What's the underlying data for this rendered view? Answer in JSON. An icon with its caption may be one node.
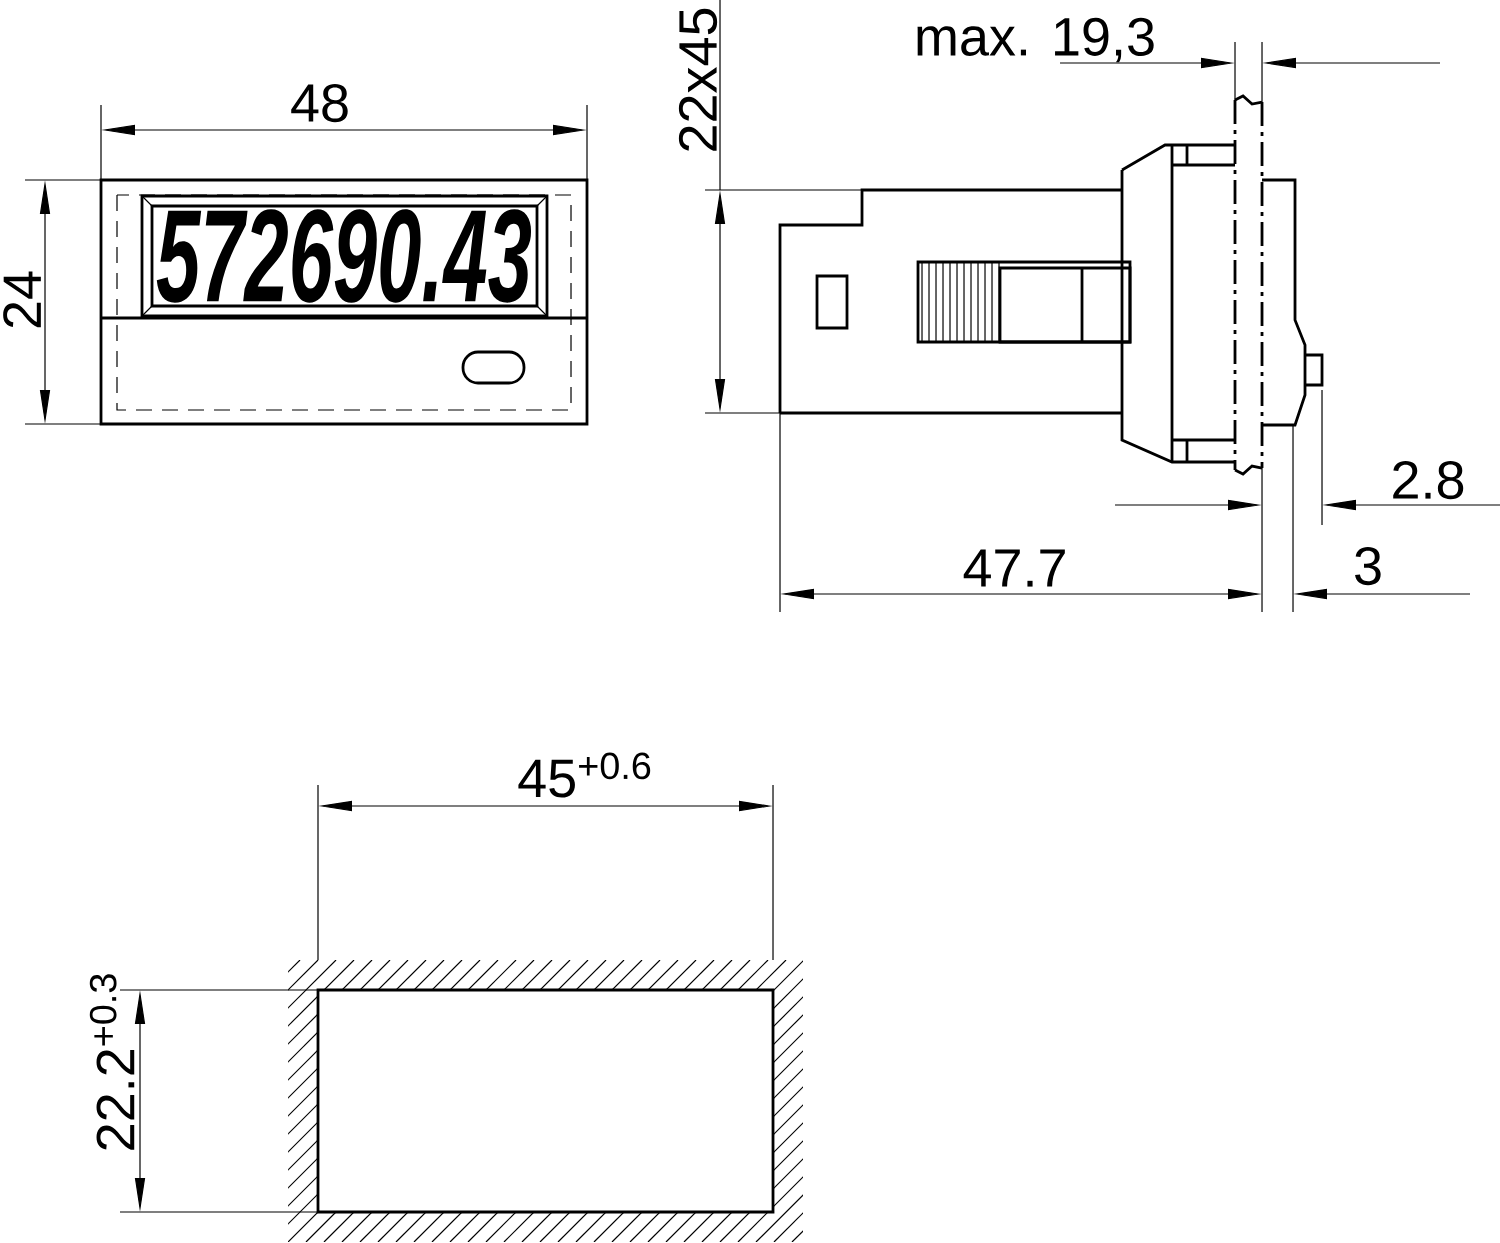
{
  "diagram": {
    "labels": [
      "22x45",
      "max. 19,3",
      "48",
      "24",
      "572690.43",
      "2.8",
      "47.7",
      "3",
      "45$^{+0.6}$",
      "22.2$^{+0.3}$"
    ]
  }
}
